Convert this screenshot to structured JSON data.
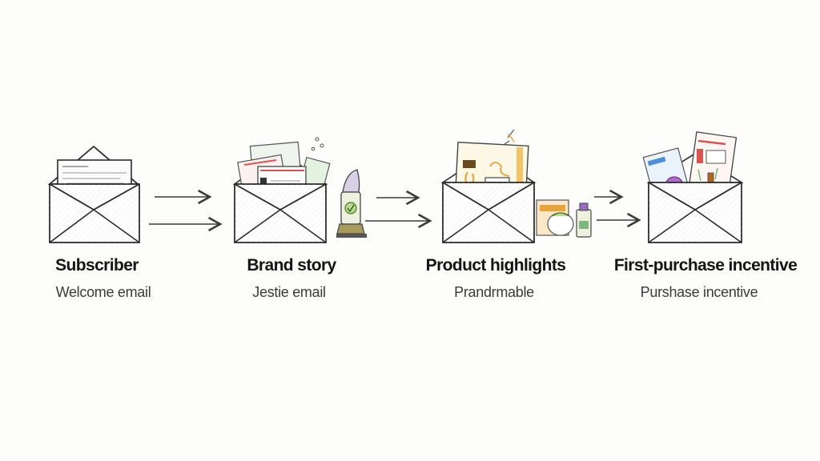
{
  "diagram": {
    "type": "email-flow",
    "steps": [
      {
        "title": "Subscriber",
        "subtitle": "Welcome email",
        "icon": "envelope-with-letter-icon"
      },
      {
        "title": "Brand story",
        "subtitle": "Jestie email",
        "icon": "envelope-with-brand-cards-icon"
      },
      {
        "title": "Product highlights",
        "subtitle": "Prandrmable",
        "icon": "envelope-with-product-sheet-icon"
      },
      {
        "title": "First-purchase incentive",
        "subtitle": "Purshase incentive",
        "icon": "envelope-with-offer-cards-icon"
      }
    ],
    "connectors": [
      {
        "from": 0,
        "to": 1,
        "style": "double-arrow"
      },
      {
        "from": 1,
        "to": 2,
        "style": "double-arrow"
      },
      {
        "from": 2,
        "to": 3,
        "style": "double-arrow"
      }
    ],
    "colors": {
      "background": "#fdfdfc",
      "ink": "#2a2a2a",
      "title": "#141414",
      "subtitle": "#3a3a3a",
      "accent_red": "#d9534f",
      "accent_green": "#7fb77e",
      "accent_orange": "#e8a43c",
      "accent_purple": "#9a6bc4",
      "accent_blue": "#4a90d9"
    }
  }
}
